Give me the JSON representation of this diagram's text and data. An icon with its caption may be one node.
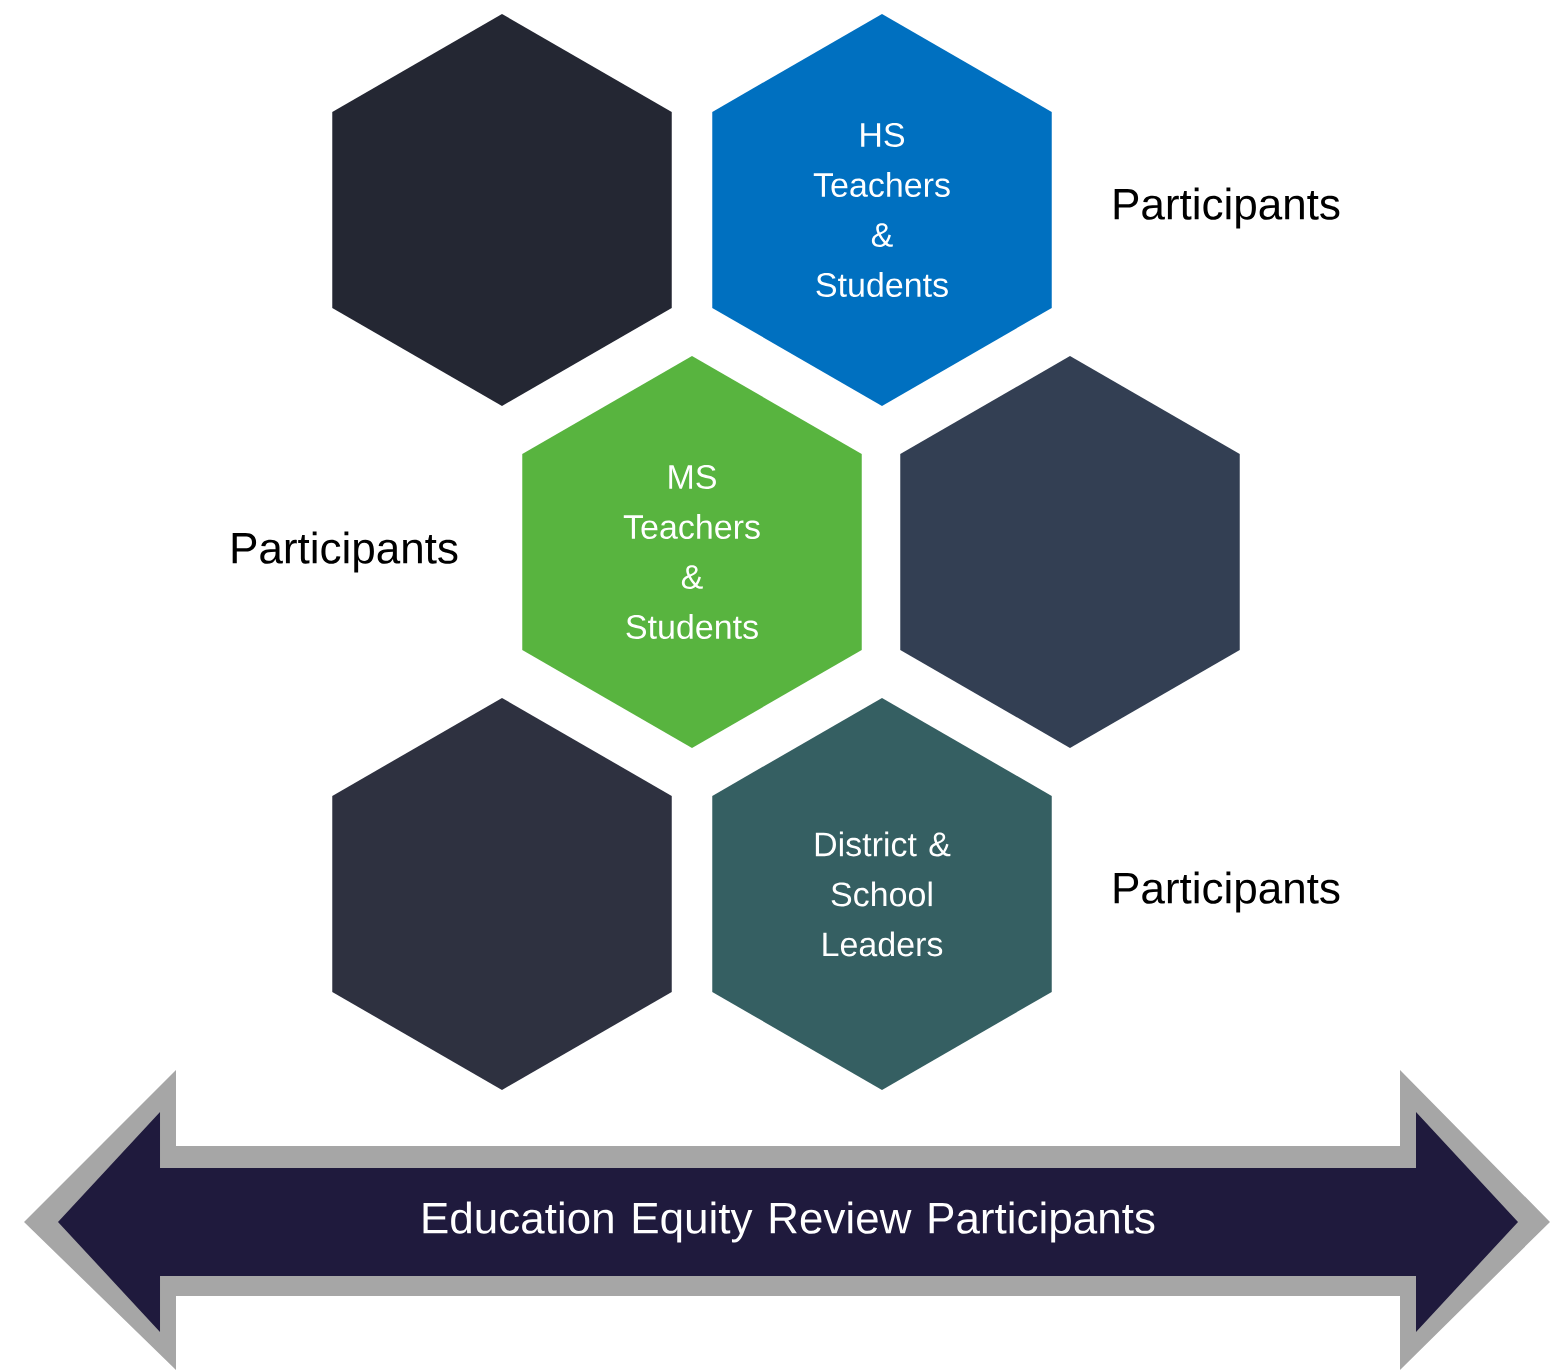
{
  "diagram": {
    "nodes": [
      {
        "text": [],
        "shape": "hexagon"
      },
      {
        "text": [
          "HS Teachers & Students"
        ],
        "beside": [
          "Participants"
        ]
      },
      {
        "text": [
          "MS Teachers & Students"
        ],
        "beside": [
          "Participants"
        ]
      },
      {
        "text": [],
        "shape": "hexagon"
      },
      {
        "text": [],
        "shape": "hexagon"
      },
      {
        "text": [
          "District & School Leaders"
        ],
        "beside": [
          "Participants"
        ]
      },
      {
        "text": [
          "Education Equity Review Participants"
        ]
      }
    ]
  }
}
